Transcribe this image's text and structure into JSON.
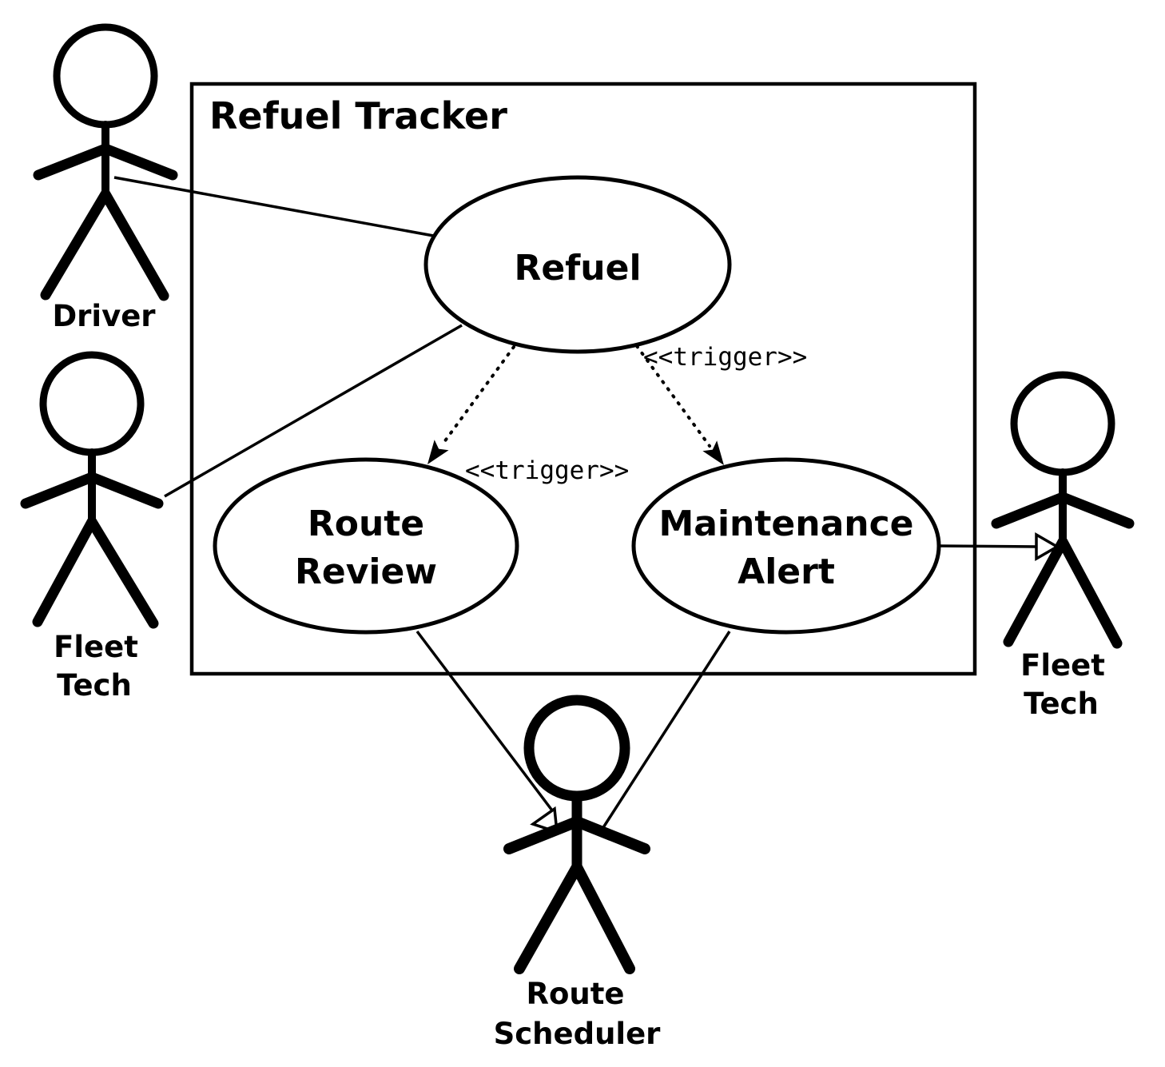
{
  "system": {
    "title": "Refuel Tracker"
  },
  "use_cases": {
    "refuel": {
      "label": "Refuel"
    },
    "route_review": {
      "line1": "Route",
      "line2": "Review"
    },
    "maintenance_alert": {
      "line1": "Maintenance",
      "line2": "Alert"
    }
  },
  "actors": {
    "driver": {
      "label": "Driver"
    },
    "fleet_tech_left": {
      "line1": "Fleet",
      "line2": "Tech"
    },
    "fleet_tech_right": {
      "line1": "Fleet",
      "line2": "Tech"
    },
    "route_scheduler": {
      "line1": "Route",
      "line2": "Scheduler"
    }
  },
  "connections": {
    "trigger_left_label": "<<trigger>>",
    "trigger_right_label": "<<trigger>>"
  },
  "colors": {
    "stroke": "#000000",
    "background": "#ffffff"
  }
}
